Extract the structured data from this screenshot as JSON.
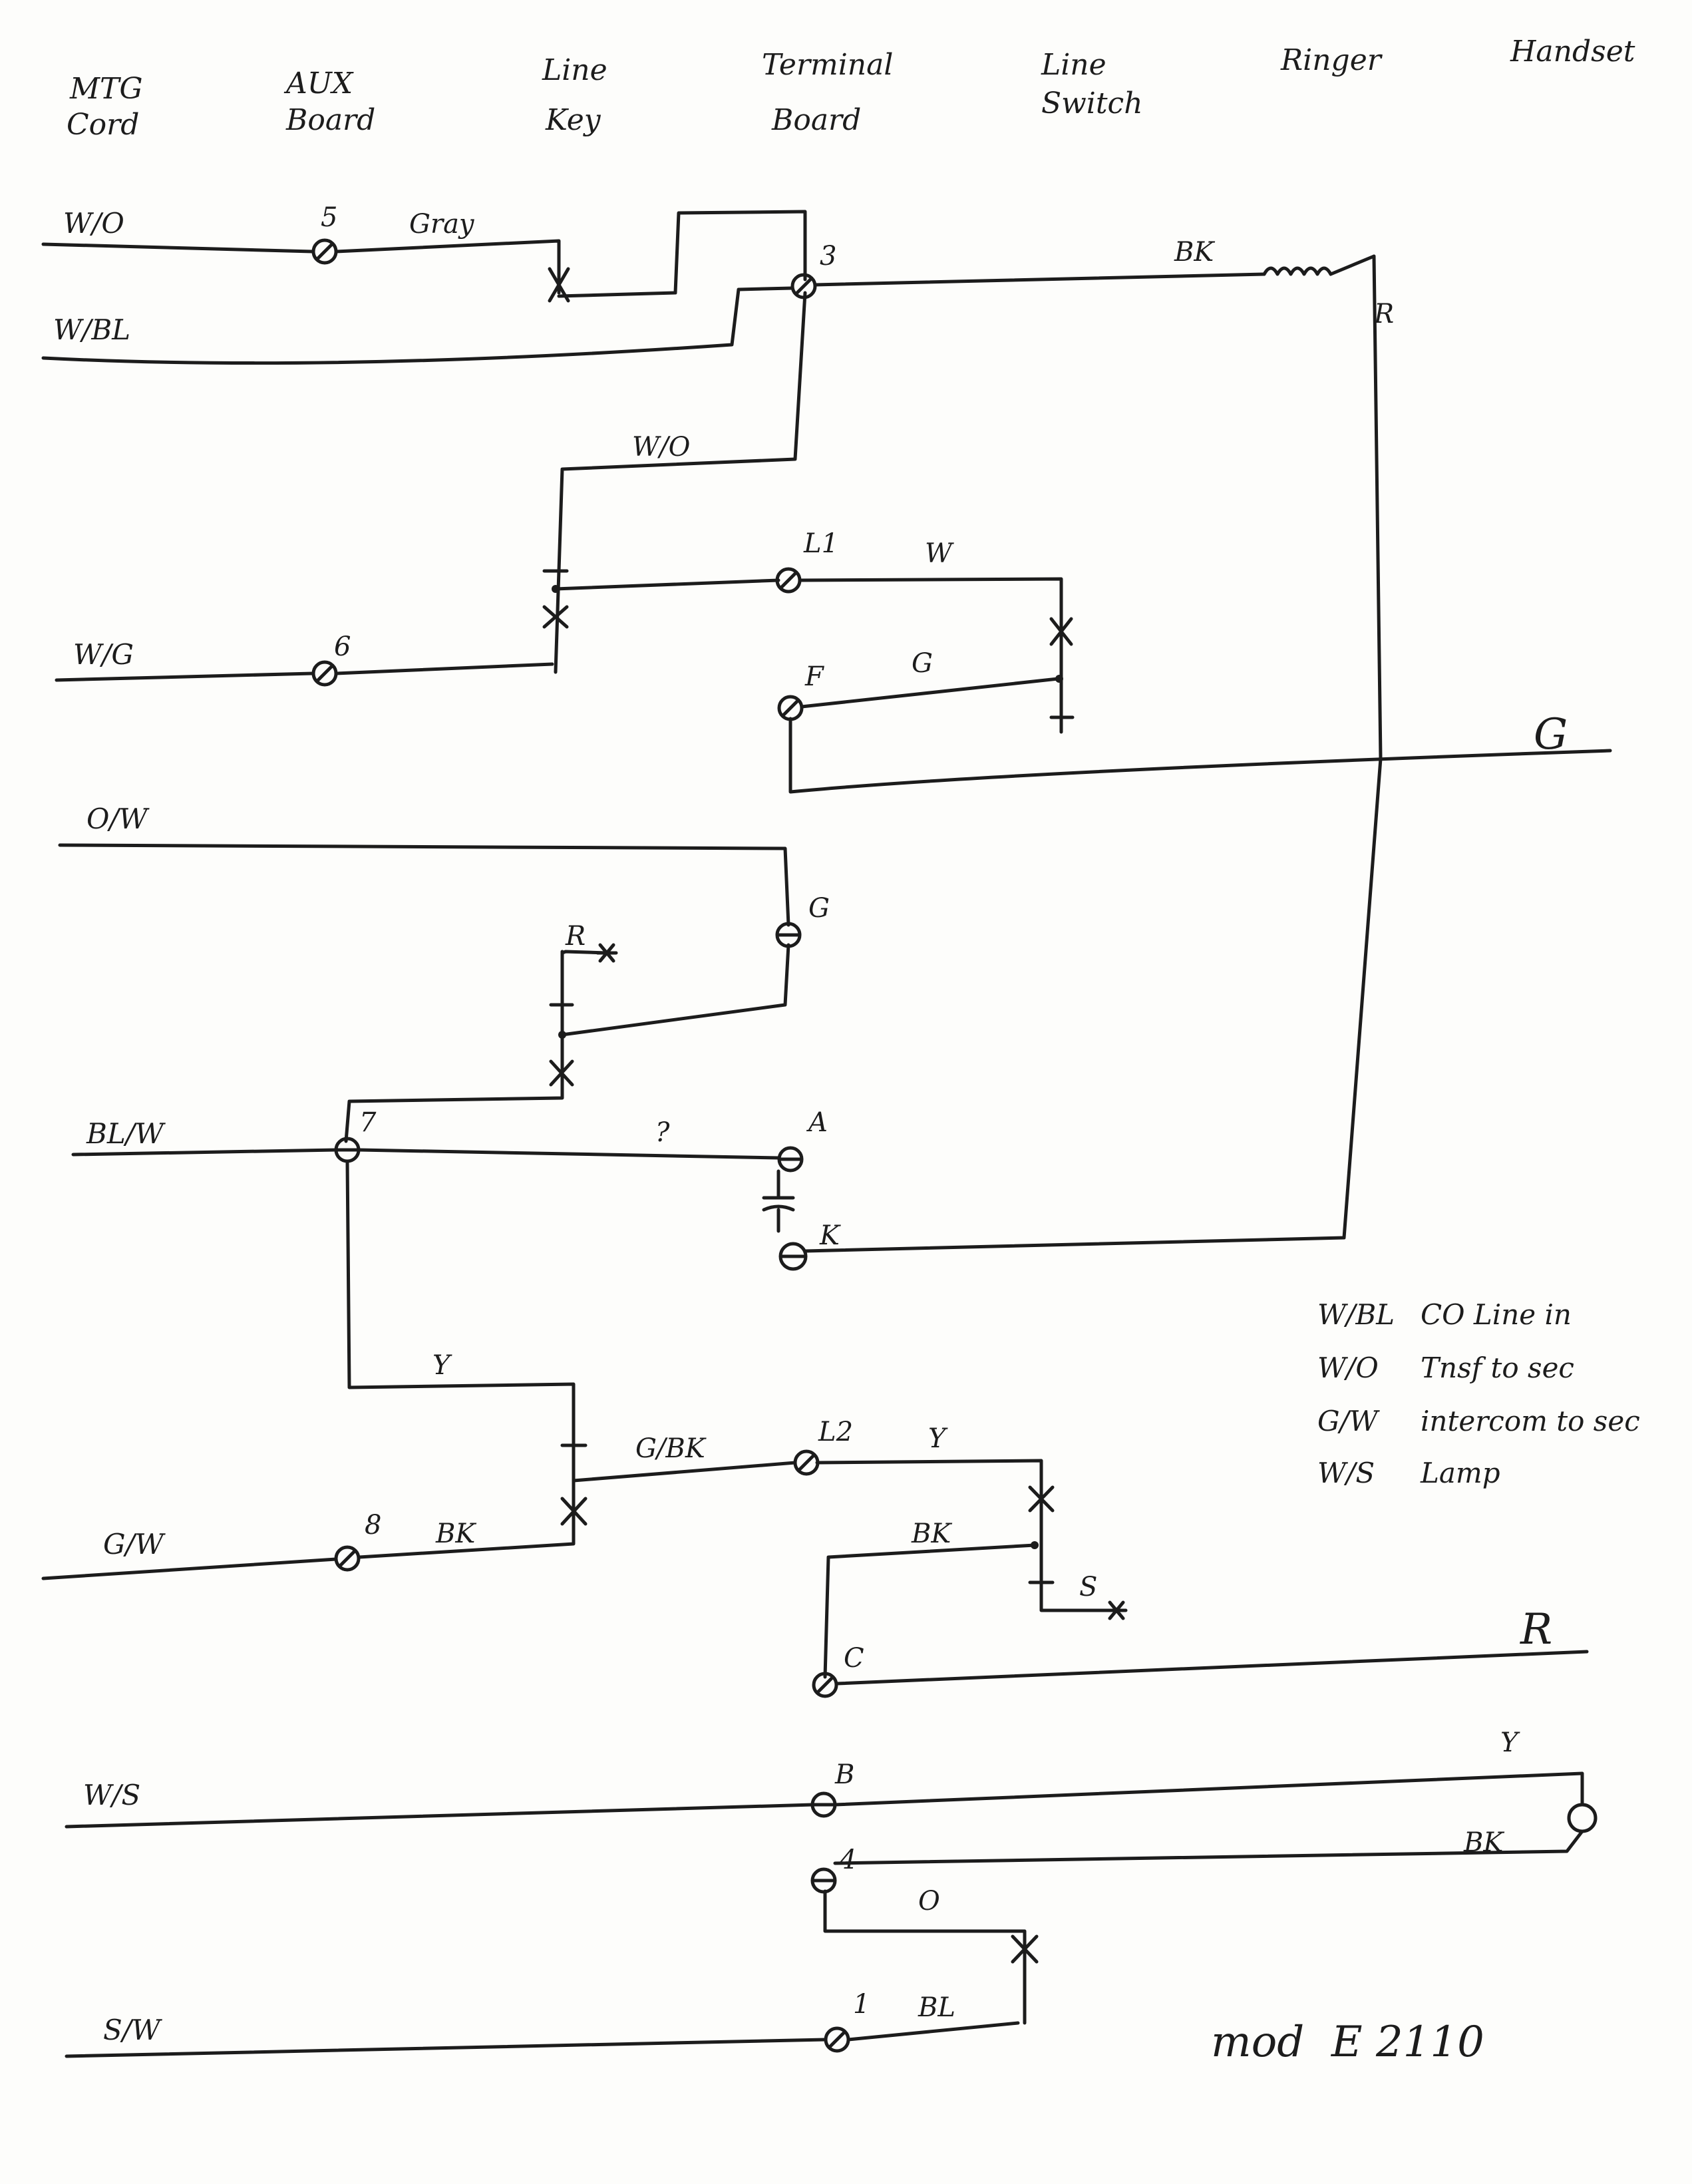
{
  "columns": [
    {
      "line1": "MTG",
      "line2": "Cord"
    },
    {
      "line1": "AUX",
      "line2": "Board"
    },
    {
      "line1": "Line",
      "line2": "Key"
    },
    {
      "line1": "Terminal",
      "line2": "Board"
    },
    {
      "line1": "Line",
      "line2": "Switch"
    },
    {
      "line1": "Ringer",
      "line2": ""
    },
    {
      "line1": "Handset",
      "line2": ""
    }
  ],
  "cord_wires": [
    "W/O",
    "W/BL",
    "W/G",
    "O/W",
    "BL/W",
    "G/W",
    "W/S",
    "S/W"
  ],
  "wire_colors": [
    "Gray",
    "BK",
    "R",
    "W/O",
    "W",
    "G",
    "G",
    "?",
    "Y",
    "G/BK",
    "Y",
    "BK",
    "BK",
    "R",
    "Y",
    "BK",
    "O",
    "BL"
  ],
  "terminals": [
    "5",
    "3",
    "L1",
    "6",
    "F",
    "G",
    "R",
    "7",
    "A",
    "K",
    "8",
    "L2",
    "S",
    "C",
    "B",
    "4",
    "1"
  ],
  "notes": [
    {
      "code": "W/BL",
      "text": "CO Line in"
    },
    {
      "code": "W/O",
      "text": "Tnsf to sec"
    },
    {
      "code": "G/W",
      "text": "intercom to sec"
    },
    {
      "code": "W/S",
      "text": "Lamp"
    }
  ],
  "model": "mod  E 2110",
  "colors": {
    "ink": "#1c1c1c",
    "paper": "#fdfdfb"
  }
}
